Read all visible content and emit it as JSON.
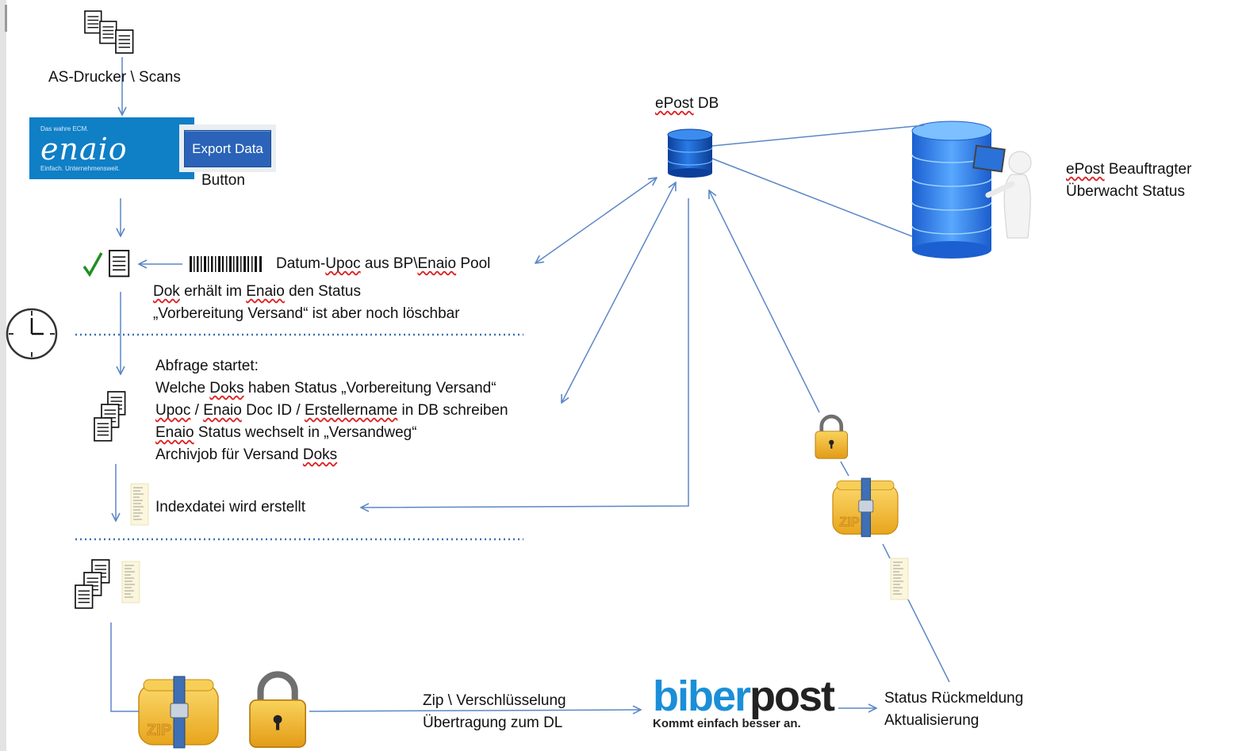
{
  "source": {
    "label": "AS-Drucker \\ Scans"
  },
  "enaio": {
    "tagline": "Das wahre ECM.",
    "wordmark": "enaio",
    "slogan": "Einfach. Unternehmensweit.",
    "export_button": "Export Data",
    "button_caption": "Button"
  },
  "barcode_label": {
    "prefix": "Datum-",
    "upoc": "Upoc",
    "middle": " aus BP\\",
    "enaio": "Enaio",
    "suffix": " Pool"
  },
  "status_note": {
    "line1_a": "Dok",
    "line1_b": " erhält im ",
    "line1_c": "Enaio",
    "line1_d": " den Status",
    "line2": "„Vorbereitung Versand“ ist aber noch löschbar"
  },
  "query": {
    "line1": "Abfrage startet:",
    "line2_a": "Welche ",
    "line2_b": "Doks",
    "line2_c": " haben Status „Vorbereitung Versand“",
    "line3_a": "Upoc",
    "line3_b": " / ",
    "line3_c": "Enaio",
    "line3_d": " Doc ID  / ",
    "line3_e": "Erstellername",
    "line3_f": " in DB schreiben",
    "line4_a": "Enaio",
    "line4_b": " Status wechselt in „Versandweg“",
    "line5_a": "Archivjob für Versand  ",
    "line5_b": "Doks"
  },
  "index_label": "Indexdatei wird erstellt",
  "epost_db": {
    "a": "ePost",
    "b": " DB"
  },
  "supervisor": {
    "line1_a": "ePost",
    "line1_b": " Beauftragter",
    "line2": "Überwacht Status"
  },
  "zip_transfer": {
    "line1": "Zip \\ Verschlüsselung",
    "line2": "Übertragung zum DL"
  },
  "biberpost": {
    "part1": "biber",
    "part2": "post",
    "tagline": "Kommt einfach besser an."
  },
  "status_feedback": {
    "line1": "Status Rückmeldung",
    "line2": "Aktualisierung"
  },
  "colors": {
    "arrow": "#5b87c6",
    "divider": "#3a6fb5",
    "enaio_blue": "#0f7fc6",
    "db_blue": "#1560c9",
    "zip_gold": "#f0b82c",
    "check": "#1f8f1f"
  }
}
